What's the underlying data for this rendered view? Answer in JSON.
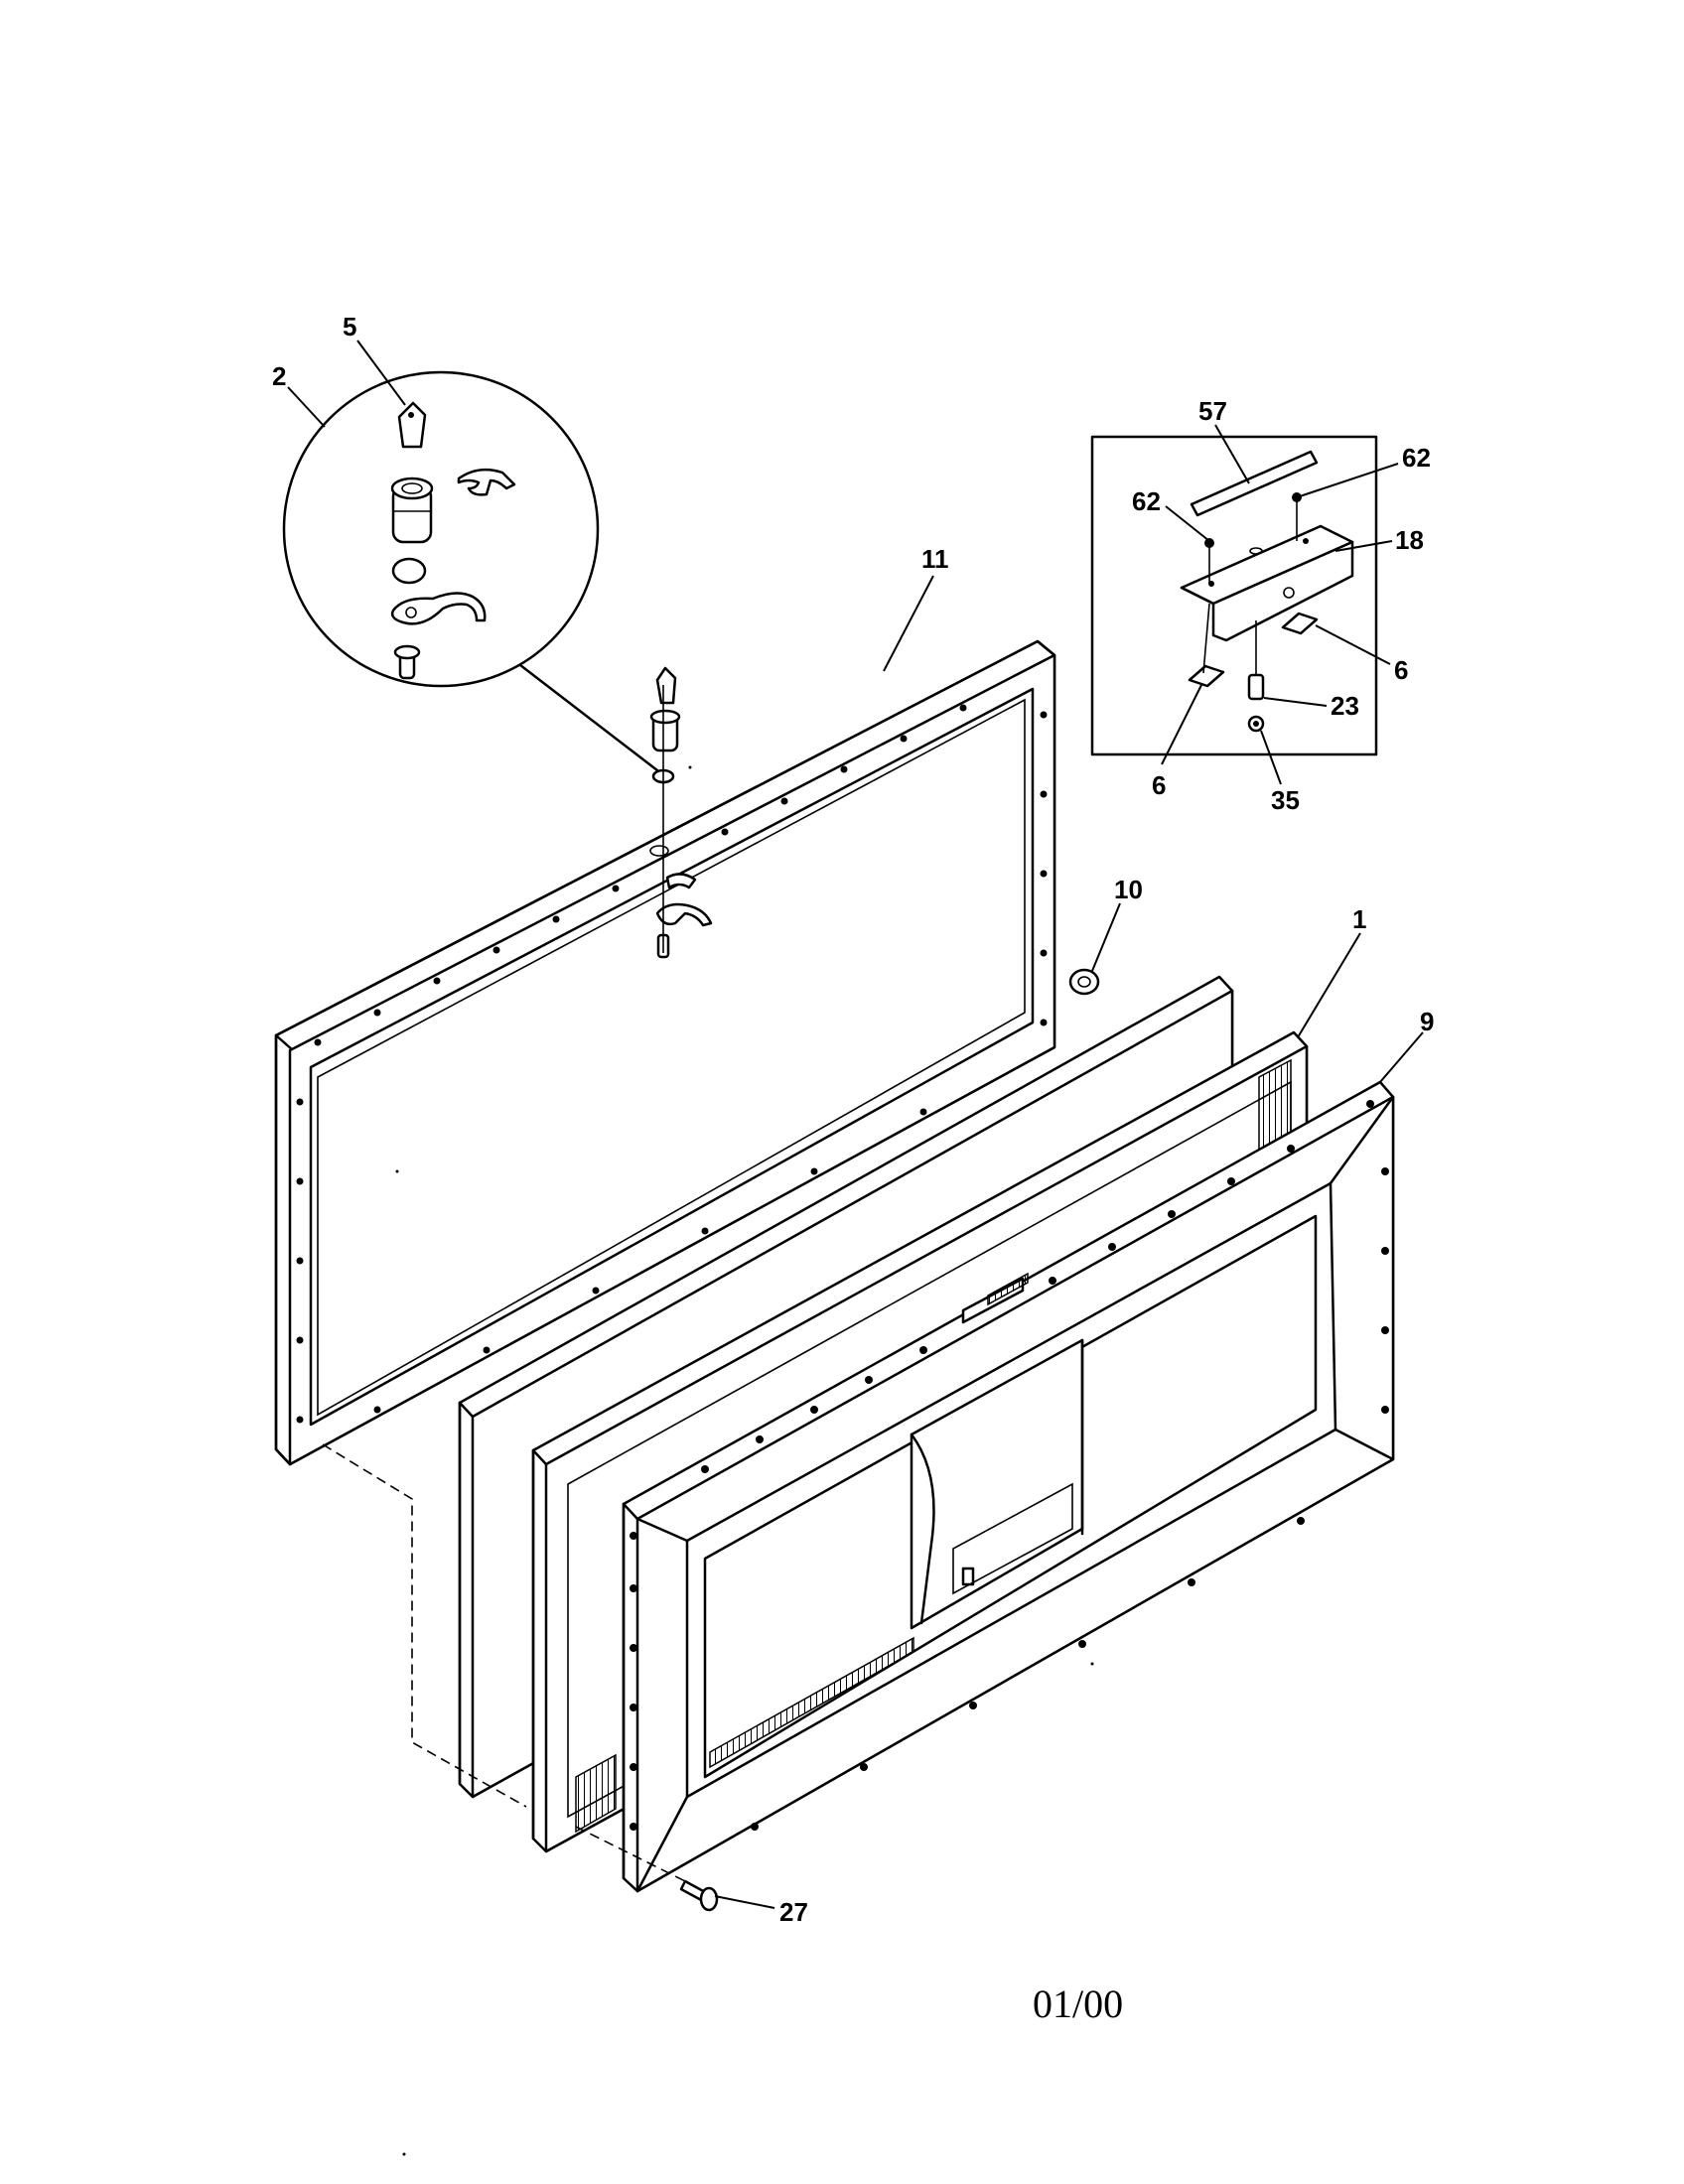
{
  "callouts": {
    "c5": "5",
    "c2": "2",
    "c11": "11",
    "c57": "57",
    "c62a": "62",
    "c62b": "62",
    "c18": "18",
    "c6a": "6",
    "c6b": "6",
    "c23": "23",
    "c35": "35",
    "c10": "10",
    "c1": "1",
    "c9": "9",
    "c27": "27"
  },
  "date_code": "01/00"
}
